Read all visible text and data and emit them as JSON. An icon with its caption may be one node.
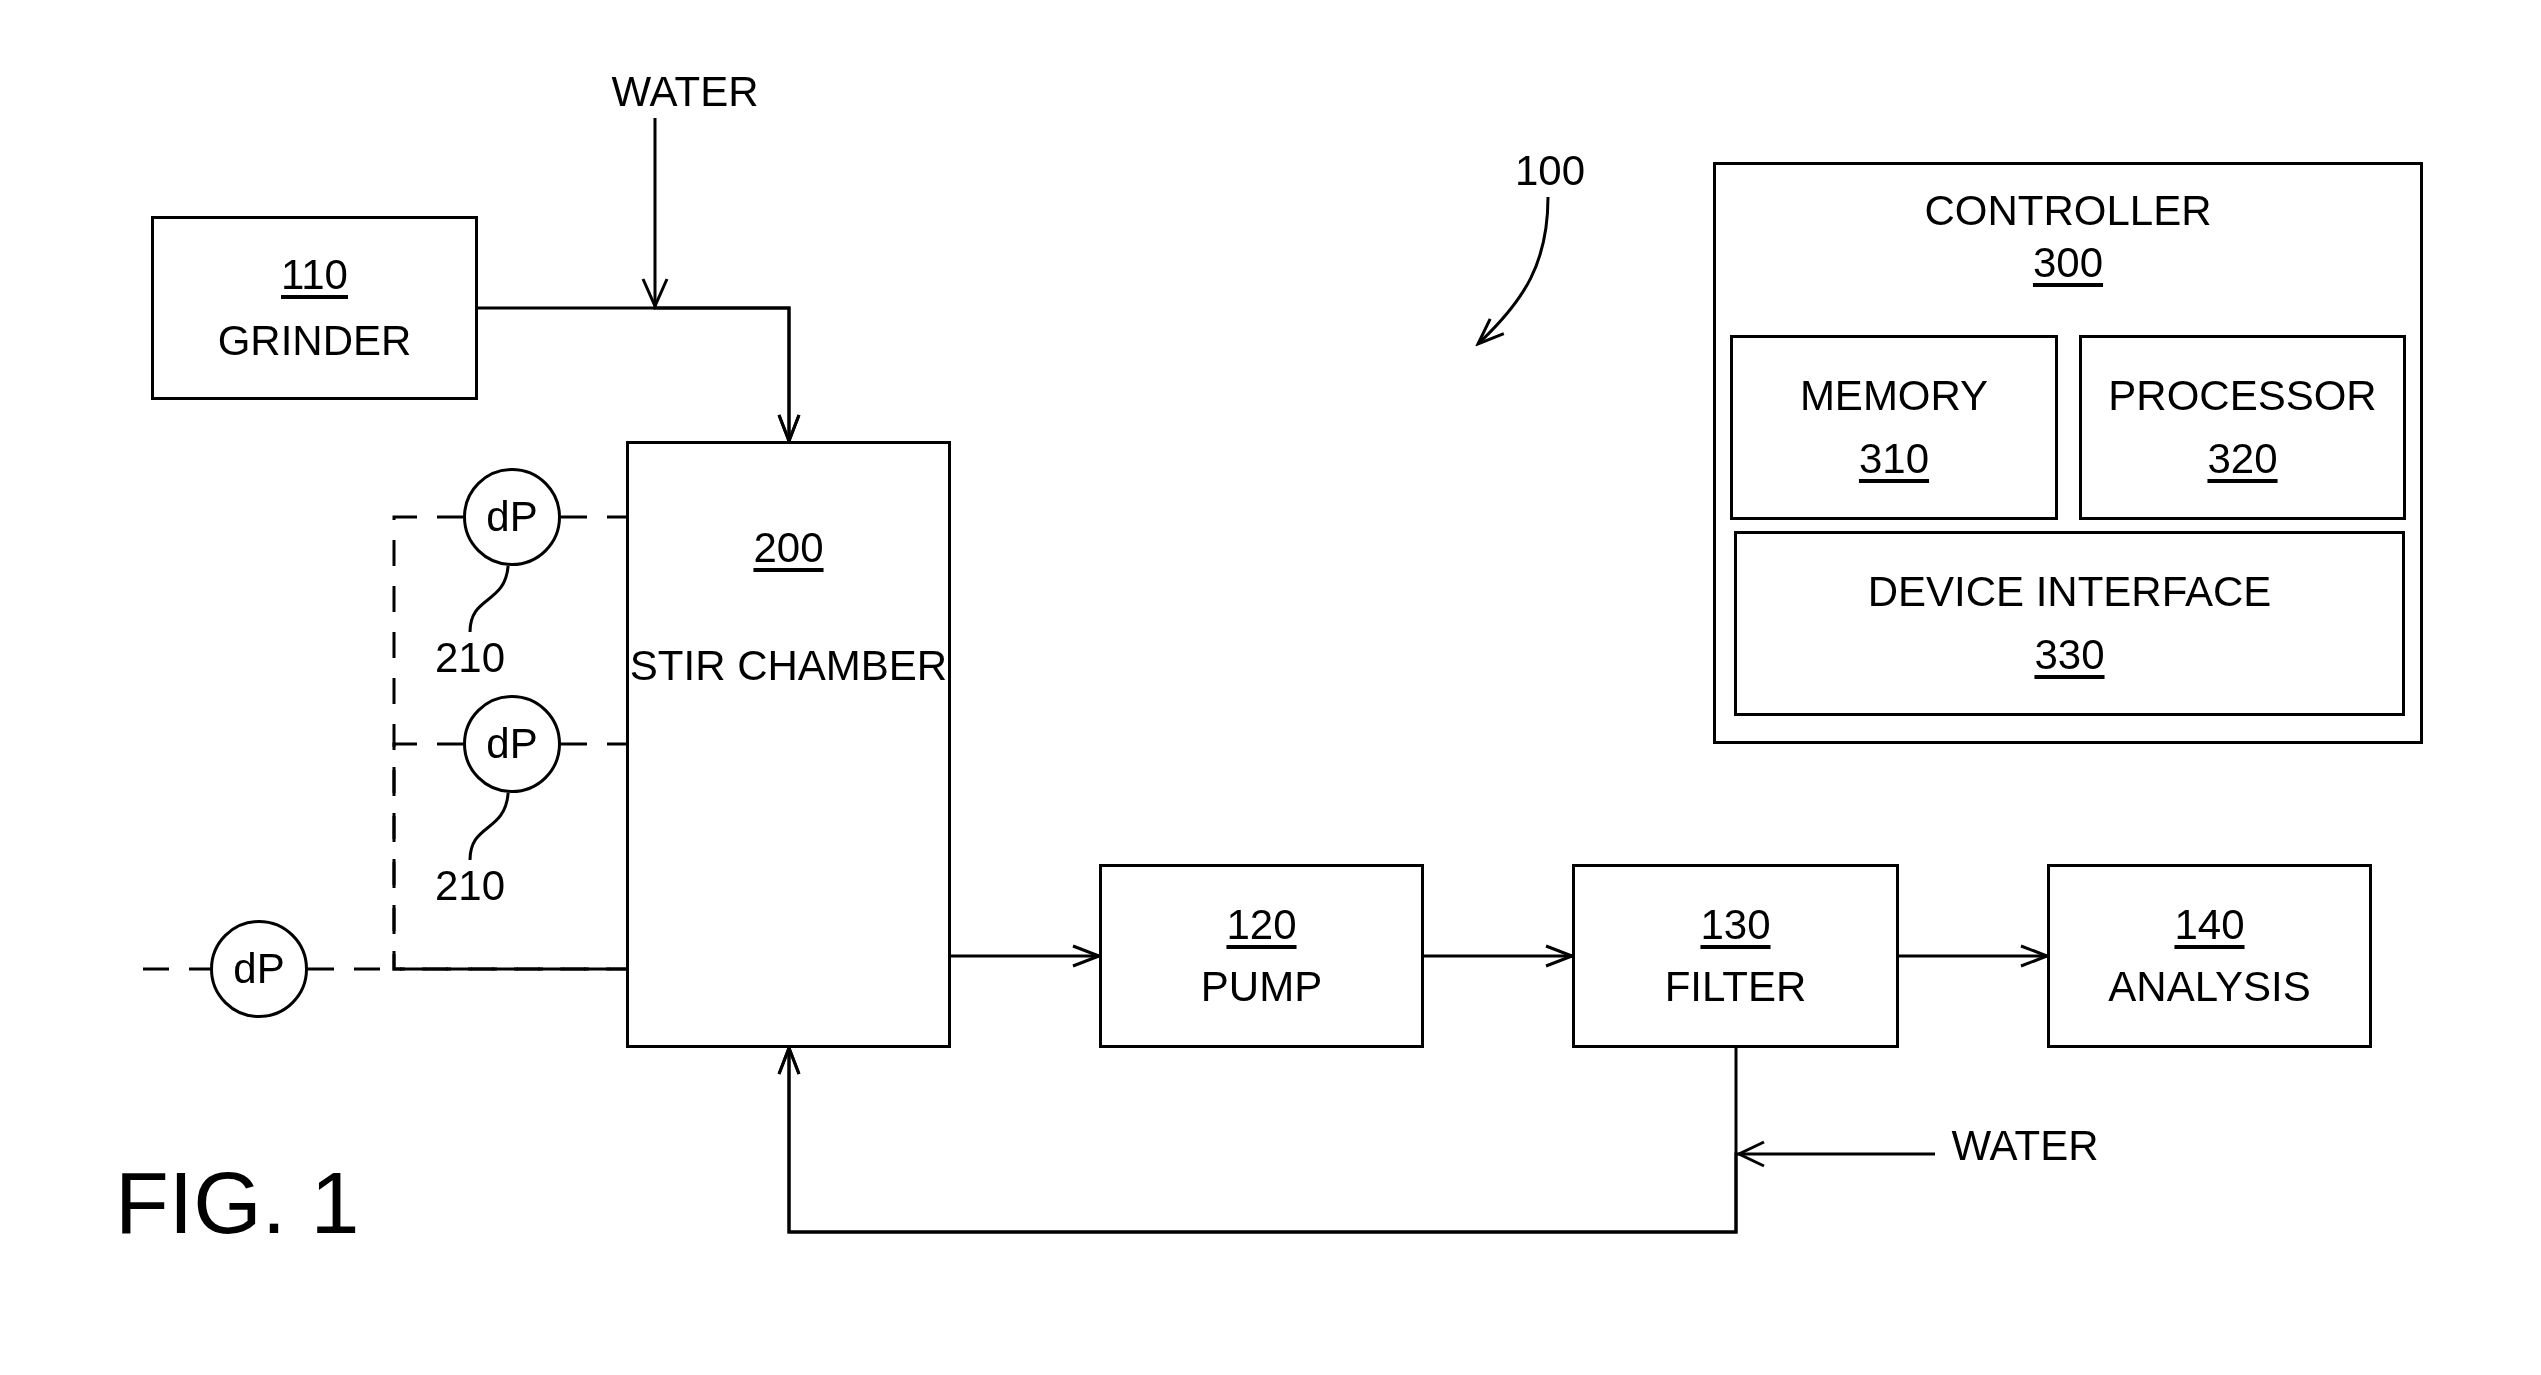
{
  "diagram": {
    "nodes": [
      {
        "text": [
          "WATER"
        ]
      },
      {
        "text": [
          "110",
          "GRINDER"
        ]
      },
      {
        "text": [
          "200",
          "STIR CHAMBER"
        ]
      },
      {
        "text": [
          "dP"
        ]
      },
      {
        "text": [
          "210"
        ]
      },
      {
        "text": [
          "dP"
        ]
      },
      {
        "text": [
          "210"
        ]
      },
      {
        "text": [
          "dP"
        ]
      },
      {
        "text": [
          "120",
          "PUMP"
        ]
      },
      {
        "text": [
          "130",
          "FILTER"
        ]
      },
      {
        "text": [
          "140",
          "ANALYSIS"
        ]
      },
      {
        "text": [
          "WATER"
        ]
      },
      {
        "text": [
          "100"
        ]
      },
      {
        "text": [
          "CONTROLLER",
          "300"
        ]
      },
      {
        "text": [
          "MEMORY",
          "310"
        ],
        "in": 13
      },
      {
        "text": [
          "PROCESSOR",
          "320"
        ],
        "in": 13
      },
      {
        "text": [
          "DEVICE INTERFACE",
          "330"
        ],
        "in": 13
      }
    ],
    "edges": [
      {
        "from": 1,
        "to": 2,
        "arrow": "to"
      },
      {
        "from": 0,
        "to": 2,
        "arrow": "to"
      },
      {
        "from": 3,
        "to": 2,
        "arrow": "none",
        "style": "dashed"
      },
      {
        "from": 3,
        "to": 2,
        "arrow": "none",
        "style": "dashed"
      },
      {
        "from": 5,
        "to": 2,
        "arrow": "none",
        "style": "dashed"
      },
      {
        "from": 5,
        "to": 2,
        "arrow": "none",
        "style": "dashed"
      },
      {
        "from": 7,
        "to": 2,
        "arrow": "none",
        "style": "dashed"
      },
      {
        "from": null,
        "to": 7,
        "arrow": "none",
        "style": "dashed"
      },
      {
        "from": 4,
        "to": 3,
        "arrow": "none"
      },
      {
        "from": 6,
        "to": 5,
        "arrow": "none"
      },
      {
        "from": 2,
        "to": 8,
        "arrow": "to"
      },
      {
        "from": 8,
        "to": 9,
        "arrow": "to"
      },
      {
        "from": 9,
        "to": 10,
        "arrow": "to"
      },
      {
        "from": 9,
        "to": 2,
        "arrow": "to"
      },
      {
        "from": 11,
        "to": 2,
        "arrow": "to"
      },
      {
        "from": 12,
        "to": null,
        "arrow": "to"
      }
    ],
    "labels": [
      "FIG. 1"
    ]
  }
}
